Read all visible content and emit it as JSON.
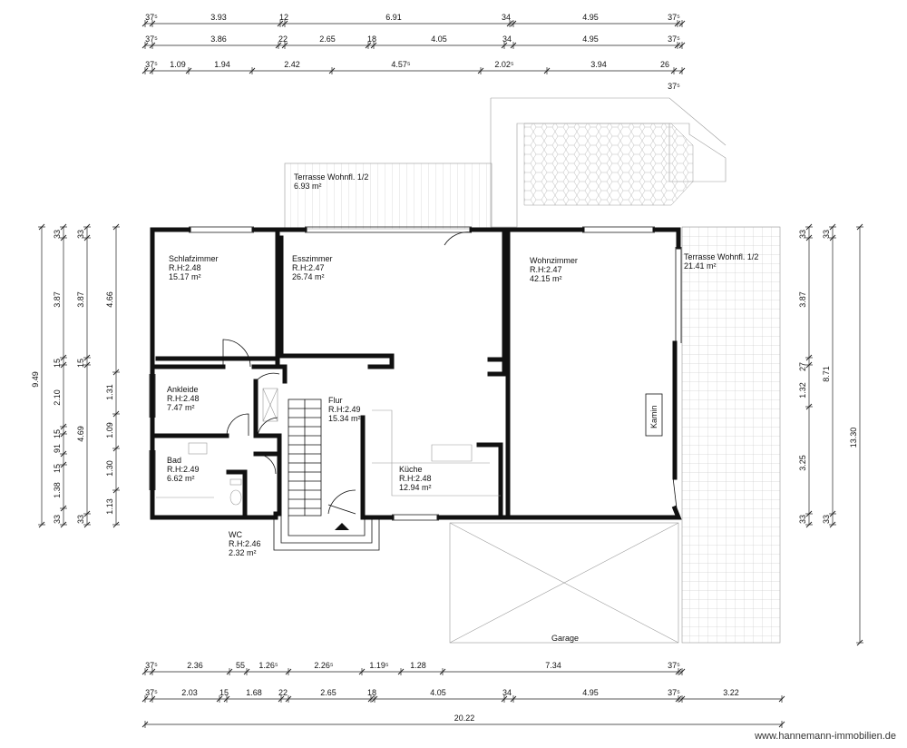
{
  "rooms": [
    {
      "id": "schlafzimmer",
      "name": "Schlafzimmer",
      "height": "R.H:2.48",
      "area": "15.17 m²"
    },
    {
      "id": "esszimmer",
      "name": "Esszimmer",
      "height": "R.H:2.47",
      "area": "26.74 m²"
    },
    {
      "id": "wohnzimmer",
      "name": "Wohnzimmer",
      "height": "R.H:2.47",
      "area": "42.15 m²"
    },
    {
      "id": "ankleide",
      "name": "Ankleide",
      "height": "R.H:2.48",
      "area": "7.47 m²"
    },
    {
      "id": "flur",
      "name": "Flur",
      "height": "R.H:2.49",
      "area": "15.34 m²"
    },
    {
      "id": "bad",
      "name": "Bad",
      "height": "R.H:2.49",
      "area": "6.62 m²"
    },
    {
      "id": "kueche",
      "name": "Küche",
      "height": "R.H:2.48",
      "area": "12.94 m²"
    },
    {
      "id": "wc",
      "name": "WC",
      "height": "R.H:2.46",
      "area": "2.32 m²"
    }
  ],
  "terraces": [
    {
      "id": "terrasse-nord",
      "name": "Terrasse Wohnfl. 1/2",
      "area": "6.93 m²"
    },
    {
      "id": "terrasse-ost",
      "name": "Terrasse Wohnfl. 1/2",
      "area": "21.41 m²"
    }
  ],
  "labels": {
    "garage": "Garage",
    "kamin": "Kamin"
  },
  "watermark": "www.hannemann-immobilien.de",
  "dims_top": [
    [
      "37⁵",
      "3.93",
      "12",
      "6.91",
      "34",
      "4.95",
      "37⁵"
    ],
    [
      "37⁵",
      "3.86",
      "22",
      "2.65",
      "18",
      "4.05",
      "34",
      "4.95",
      "37⁵"
    ],
    [
      "37⁵",
      "1.09",
      "1.94",
      "2.42",
      "4.57⁵",
      "2.02⁵",
      "3.94",
      "26"
    ],
    [
      "37⁵"
    ]
  ],
  "dims_bottom": [
    [
      "37⁵",
      "2.36",
      "55",
      "1.26⁵",
      "2.26⁵",
      "1.19⁵",
      "1.28",
      "7.34",
      "37⁵"
    ],
    [
      "37⁵",
      "2.03",
      "15",
      "1.68",
      "22",
      "2.65",
      "18",
      "4.05",
      "34",
      "4.95",
      "37⁵",
      "3.22"
    ],
    [
      "20.22"
    ]
  ],
  "dims_left": [
    [
      "9.49"
    ],
    [
      "33",
      "3.87",
      "15",
      "2.10",
      "15",
      "91",
      "15",
      "1.38",
      "33"
    ],
    [
      "33",
      "3.87",
      "15",
      "4.69",
      "33"
    ],
    [
      "4.66",
      "1.31",
      "1.09",
      "1.30",
      "1.13"
    ]
  ],
  "dims_right": [
    [
      "33",
      "3.87",
      "27",
      "1.32",
      "3.25",
      "33"
    ],
    [
      "33",
      "8.71",
      "33"
    ],
    [
      "13.30"
    ]
  ]
}
